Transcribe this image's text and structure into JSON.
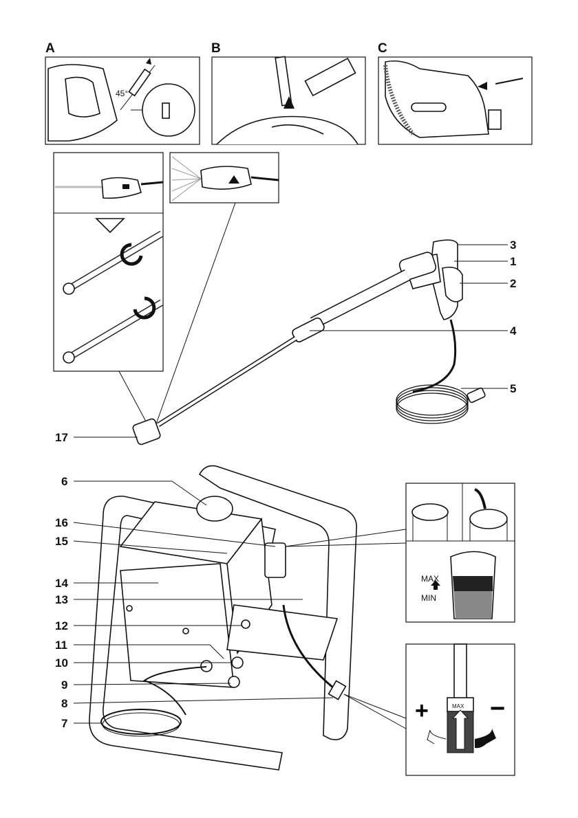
{
  "panels": {
    "a": "A",
    "b": "B",
    "c": "C"
  },
  "callouts": {
    "n1": "1",
    "n2": "2",
    "n3": "3",
    "n4": "4",
    "n5": "5",
    "n6": "6",
    "n7": "7",
    "n8": "8",
    "n9": "9",
    "n10": "10",
    "n11": "11",
    "n12": "12",
    "n13": "13",
    "n14": "14",
    "n15": "15",
    "n16": "16",
    "n17": "17"
  },
  "detail": {
    "angle": "45°",
    "oil_max": "MAX",
    "oil_min": "MIN",
    "nozzle_max": "MAX",
    "plus": "+",
    "minus": "−"
  }
}
